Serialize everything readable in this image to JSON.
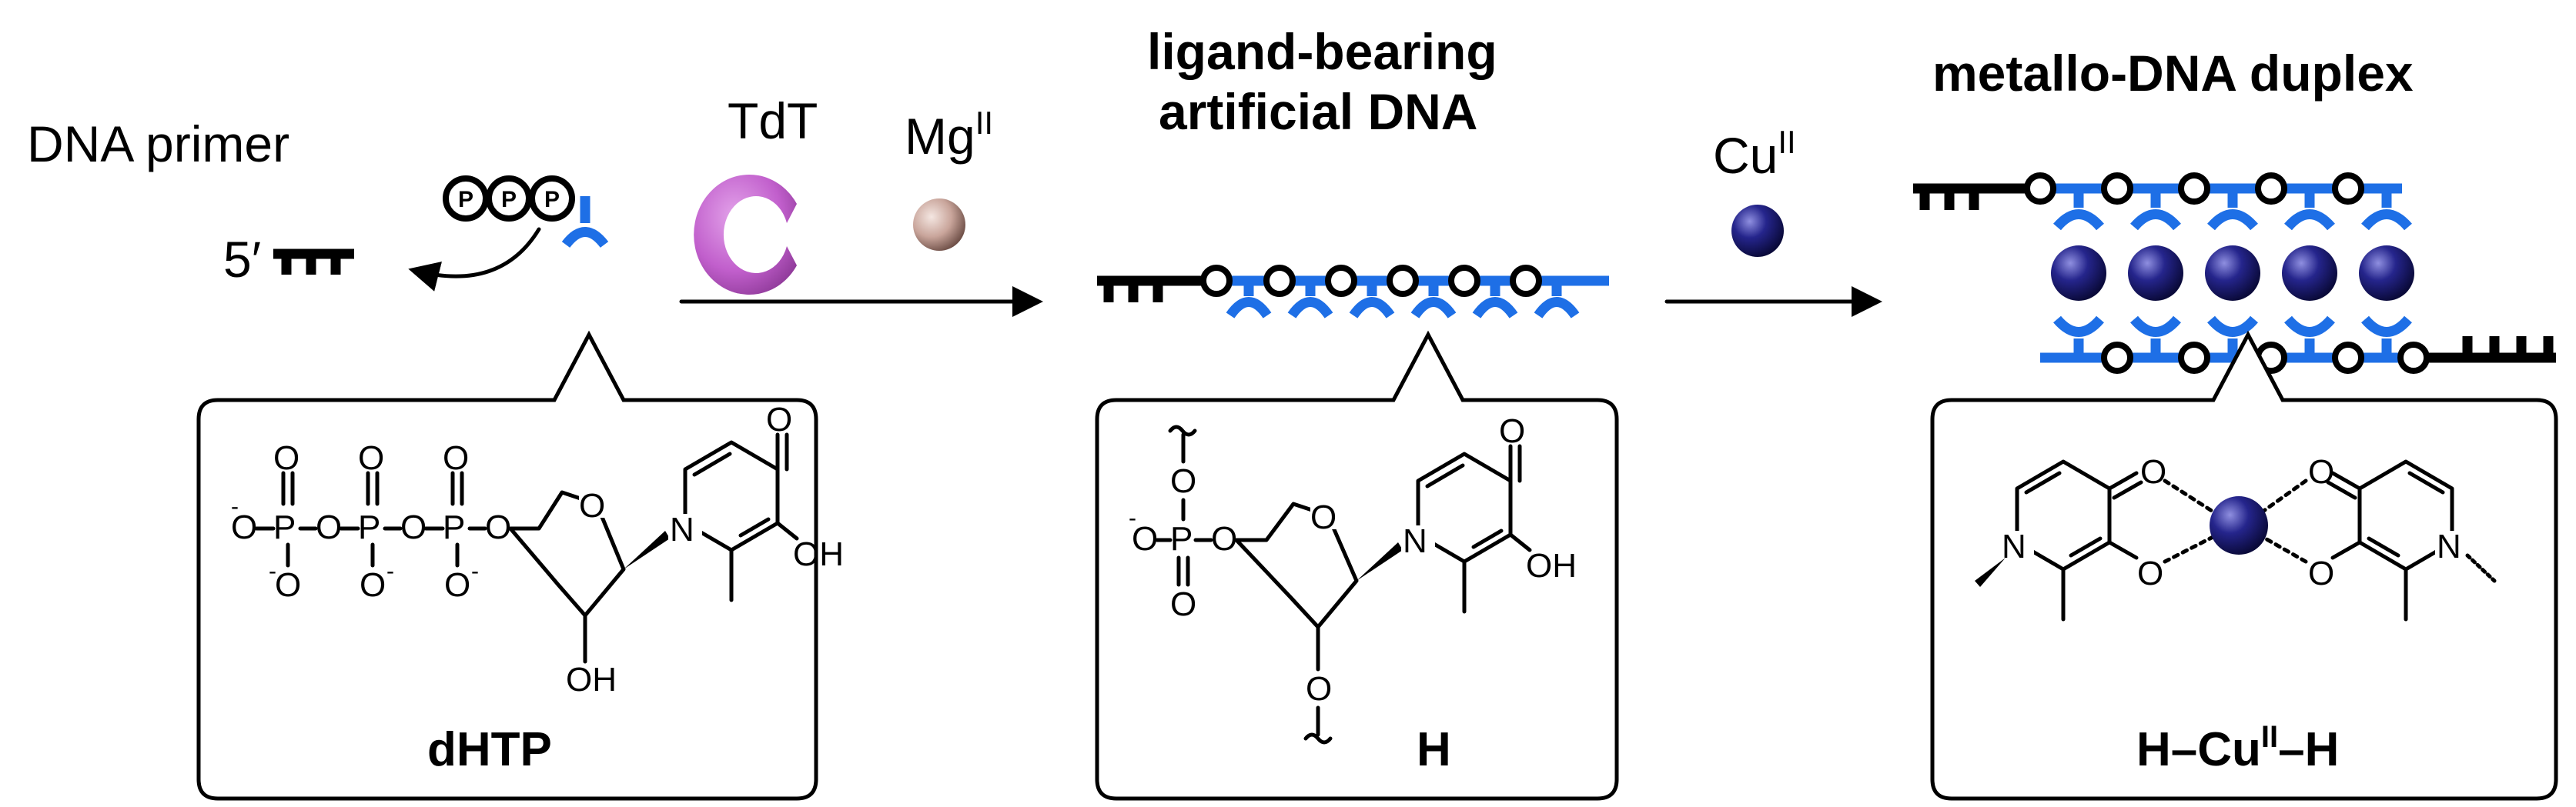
{
  "labels": {
    "dna_primer": "DNA primer",
    "five_prime": "5′",
    "tdt": "TdT",
    "mg": "Mg",
    "mg_sup": "II",
    "cu": "Cu",
    "cu_sup": "II",
    "ligand_dna_line1": "ligand-bearing",
    "ligand_dna_line2": "artificial DNA",
    "metallo_duplex": "metallo-DNA duplex",
    "phosphate_p": "P"
  },
  "structures": {
    "dhtp": {
      "name": "dHTP",
      "atoms": [
        "O",
        "O",
        "O",
        "O",
        "O",
        "O",
        "P",
        "P",
        "P",
        "O",
        "O",
        "O",
        "O",
        "O",
        "O",
        "N",
        "OH",
        "OH"
      ]
    },
    "h": {
      "name": "H",
      "atoms": [
        "O",
        "O",
        "P",
        "O",
        "O",
        "O",
        "N",
        "O",
        "OH",
        "O"
      ]
    },
    "h_cu_h": {
      "name_pre": "H–Cu",
      "name_sup": "II",
      "name_post": "–H",
      "atoms": [
        "N",
        "N",
        "O",
        "O",
        "O",
        "O"
      ]
    }
  },
  "colors": {
    "dna_blue": "#1e6fe6",
    "tdt_magenta": "#c15fcc",
    "mg_sphere": "#c9a59b",
    "cu_sphere": "#25258c"
  }
}
